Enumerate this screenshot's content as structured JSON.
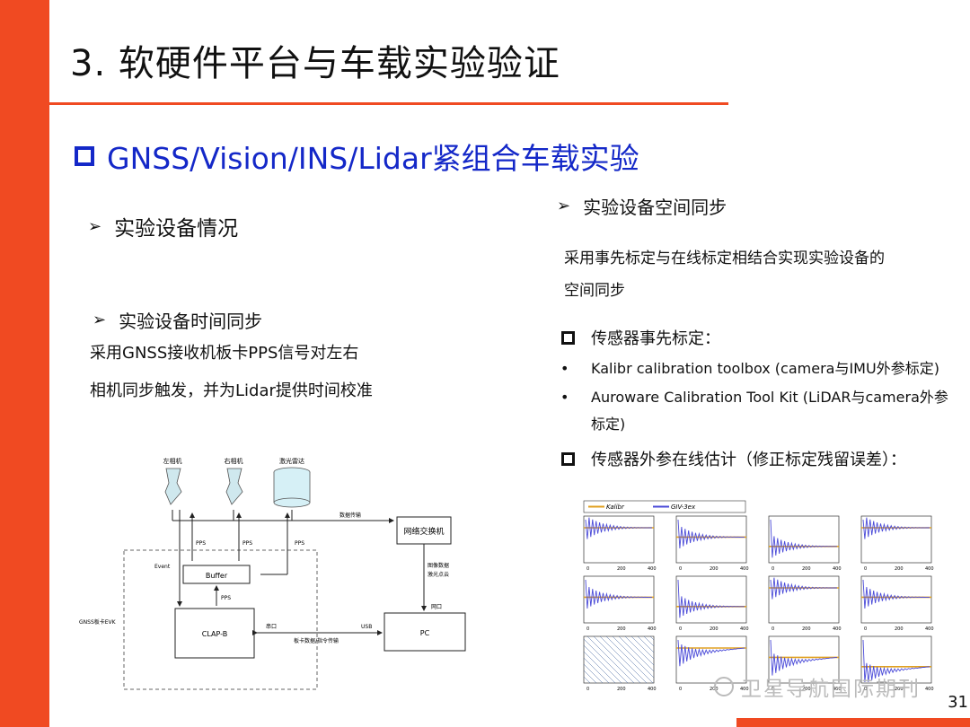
{
  "slide": {
    "title": "3. 软硬件平台与车载实验验证",
    "section_title": "GNSS/Vision/INS/Lidar紧组合车载实验",
    "page_number": "31",
    "watermark": "卫星导航国际期刊",
    "accent_color": "#f04a22",
    "section_color": "#1428c8"
  },
  "left": {
    "equipment_heading": "实验设备情况",
    "time_sync_heading": "实验设备时间同步",
    "time_sync_text_1": "采用GNSS接收机板卡PPS信号对左右",
    "time_sync_text_2": "相机同步触发，并为Lidar提供时间校准"
  },
  "right": {
    "spatial_heading": "实验设备空间同步",
    "spatial_text_1": "采用事先标定与在线标定相结合实现实验设备的",
    "spatial_text_2": "空间同步",
    "prior_calib": "传感器事先标定：",
    "bullet_1": "Kalibr calibration toolbox (camera与IMU外参标定)",
    "bullet_2_line1": "Auroware Calibration Tool Kit (LiDAR与camera外参",
    "bullet_2_line2": "标定)",
    "online_calib": "传感器外参在线估计（修正标定残留误差）："
  },
  "diagram": {
    "left_camera": "左相机",
    "right_camera": "右相机",
    "lidar": "激光雷达",
    "switch": "网络交换机",
    "data_transfer": "数据传输",
    "pps1": "PPS",
    "pps2": "PPS",
    "pps3": "PPS",
    "pps4": "PPS",
    "event": "Event",
    "buffer": "Buffer",
    "clap": "CLAP-B",
    "pc": "PC",
    "serial": "串口",
    "usb": "USB",
    "net_port": "网口",
    "image_data_1": "图像数据",
    "image_data_2": "激光点云",
    "board_data": "板卡数据/指令传输",
    "gnss_board": "GNSS板卡EVK"
  },
  "plots": {
    "legend_1": "Kalibr",
    "legend_2": "GIV-3ex",
    "legend_colors": [
      "#e0a020",
      "#4a4ad8"
    ],
    "ticks_x": [
      "0",
      "200",
      "400"
    ]
  }
}
